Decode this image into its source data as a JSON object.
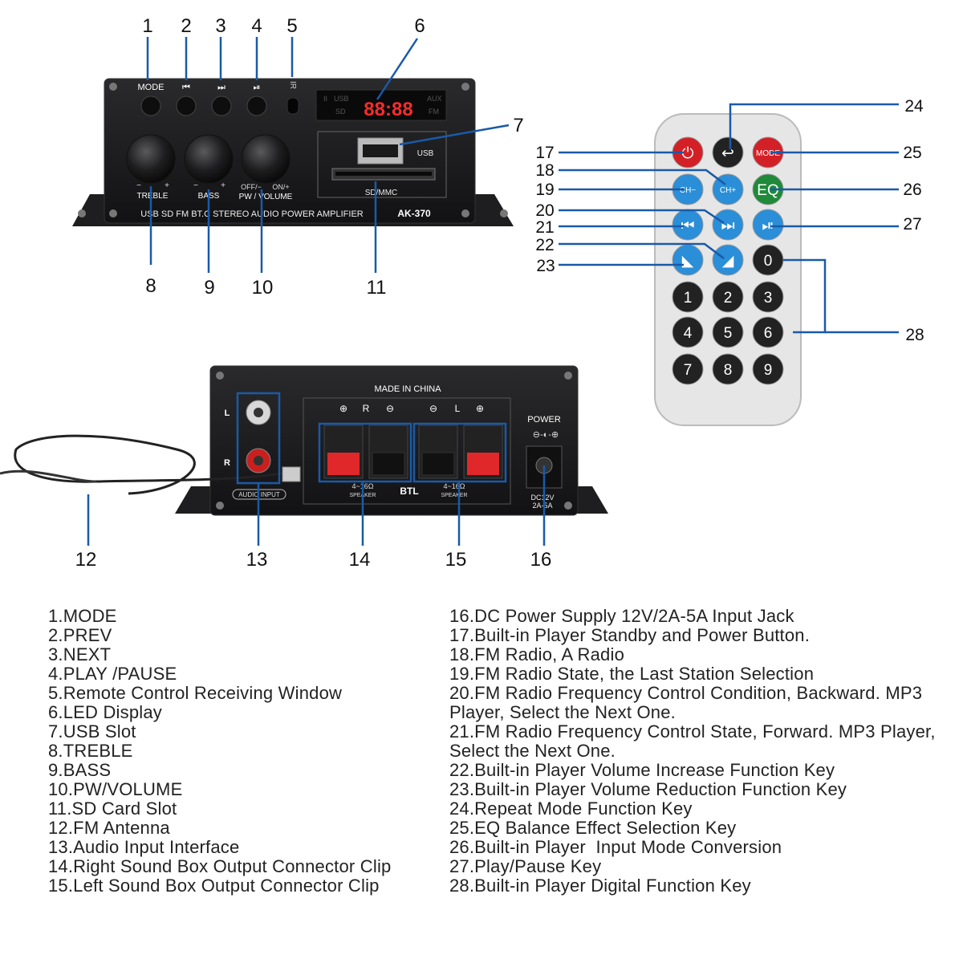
{
  "callout_numbers": [
    "1",
    "2",
    "3",
    "4",
    "5",
    "6",
    "7",
    "8",
    "9",
    "10",
    "11",
    "12",
    "13",
    "14",
    "15",
    "16",
    "17",
    "18",
    "19",
    "20",
    "21",
    "22",
    "23",
    "24",
    "25",
    "26",
    "27",
    "28"
  ],
  "front_panel": {
    "button_labels": [
      "MODE",
      "⏮",
      "⏭",
      "⏯"
    ],
    "ir_label": "IR",
    "display_digits": "88:88",
    "display_tags": {
      "usb": "USB",
      "sd": "SD",
      "aux": "AUX",
      "fm": "FM",
      "play": "II"
    },
    "usb_label": "USB",
    "sd_label": "SD/MMC",
    "knobs": [
      {
        "name": "TREBLE",
        "minus": "−",
        "plus": "+"
      },
      {
        "name": "BASS",
        "minus": "−",
        "plus": "+"
      },
      {
        "name": "PW / VOLUME",
        "minus": "OFF/−",
        "plus": "ON/+"
      }
    ],
    "model_text": "USB SD FM BT.C STEREO AUDIO POWER AMPLIFIER",
    "model_number": "AK-370"
  },
  "back_panel": {
    "made_in": "MADE IN CHINA",
    "rca_left": "L",
    "rca_right": "R",
    "audio_input": "AUDIO INPUT",
    "speaker_marks": [
      "⊕",
      "R",
      "⊖",
      "⊖",
      "L",
      "⊕"
    ],
    "speaker_impedance": "4~16Ω",
    "speaker_word": "SPEAKER",
    "btl": "BTL",
    "power_title": "POWER",
    "power_spec_1": "DC12V",
    "power_spec_2": "2A-5A"
  },
  "remote": {
    "rows": [
      [
        {
          "label": "⏻",
          "color": "#d32027",
          "name": "power"
        },
        {
          "label": "↩",
          "color": "#222222",
          "name": "repeat"
        },
        {
          "label": "MODE",
          "color": "#d32027",
          "name": "mode"
        }
      ],
      [
        {
          "label": "CH−",
          "color": "#2a8ed8",
          "name": "ch-minus"
        },
        {
          "label": "CH+",
          "color": "#2a8ed8",
          "name": "ch-plus"
        },
        {
          "label": "EQ",
          "color": "#1f8a3a",
          "name": "eq"
        }
      ],
      [
        {
          "label": "⏮",
          "color": "#2a8ed8",
          "name": "prev"
        },
        {
          "label": "⏭",
          "color": "#2a8ed8",
          "name": "next"
        },
        {
          "label": "⏯",
          "color": "#2a8ed8",
          "name": "play-pause"
        }
      ],
      [
        {
          "label": "◣",
          "color": "#2a8ed8",
          "name": "vol-down"
        },
        {
          "label": "◢",
          "color": "#2a8ed8",
          "name": "vol-up"
        },
        {
          "label": "0",
          "color": "#222222",
          "name": "0"
        }
      ],
      [
        {
          "label": "1",
          "color": "#222222",
          "name": "1"
        },
        {
          "label": "2",
          "color": "#222222",
          "name": "2"
        },
        {
          "label": "3",
          "color": "#222222",
          "name": "3"
        }
      ],
      [
        {
          "label": "4",
          "color": "#222222",
          "name": "4"
        },
        {
          "label": "5",
          "color": "#222222",
          "name": "5"
        },
        {
          "label": "6",
          "color": "#222222",
          "name": "6"
        }
      ],
      [
        {
          "label": "7",
          "color": "#222222",
          "name": "7"
        },
        {
          "label": "8",
          "color": "#222222",
          "name": "8"
        },
        {
          "label": "9",
          "color": "#222222",
          "name": "9"
        }
      ]
    ]
  },
  "colors": {
    "callout_line": "#1a5aa8",
    "device_body": "#1c1c1e",
    "remote_body": "#e8e8e8"
  },
  "legend_left": [
    "1.MODE",
    "2.PREV",
    "3.NEXT",
    "4.PLAY /PAUSE",
    "5.Remote Control Receiving Window",
    "6.LED Display",
    "7.USB Slot",
    "8.TREBLE",
    "9.BASS",
    "10.PW/VOLUME",
    "11.SD Card Slot",
    "12.FM Antenna",
    "13.Audio Input Interface",
    "14.Right Sound Box Output Connector Clip",
    "15.Left Sound Box Output Connector Clip"
  ],
  "legend_right": [
    "16.DC Power Supply 12V/2A-5A Input Jack",
    "17.Built-in Player Standby and Power Button.",
    "18.FM Radio, A Radio",
    "19.FM Radio State, the Last Station Selection",
    "20.FM Radio Frequency Control Condition, Backward. MP3 Player, Select the Next One.",
    "21.FM Radio Frequency Control State, Forward. MP3 Player, Select the Next One.",
    "22.Built-in Player Volume Increase Function Key",
    "23.Built-in Player Volume Reduction Function Key",
    "24.Repeat Mode Function Key",
    "25.EQ Balance Effect Selection Key",
    "26.Built-in Player  Input Mode Conversion",
    "27.Play/Pause Key",
    "28.Built-in Player Digital Function Key"
  ]
}
